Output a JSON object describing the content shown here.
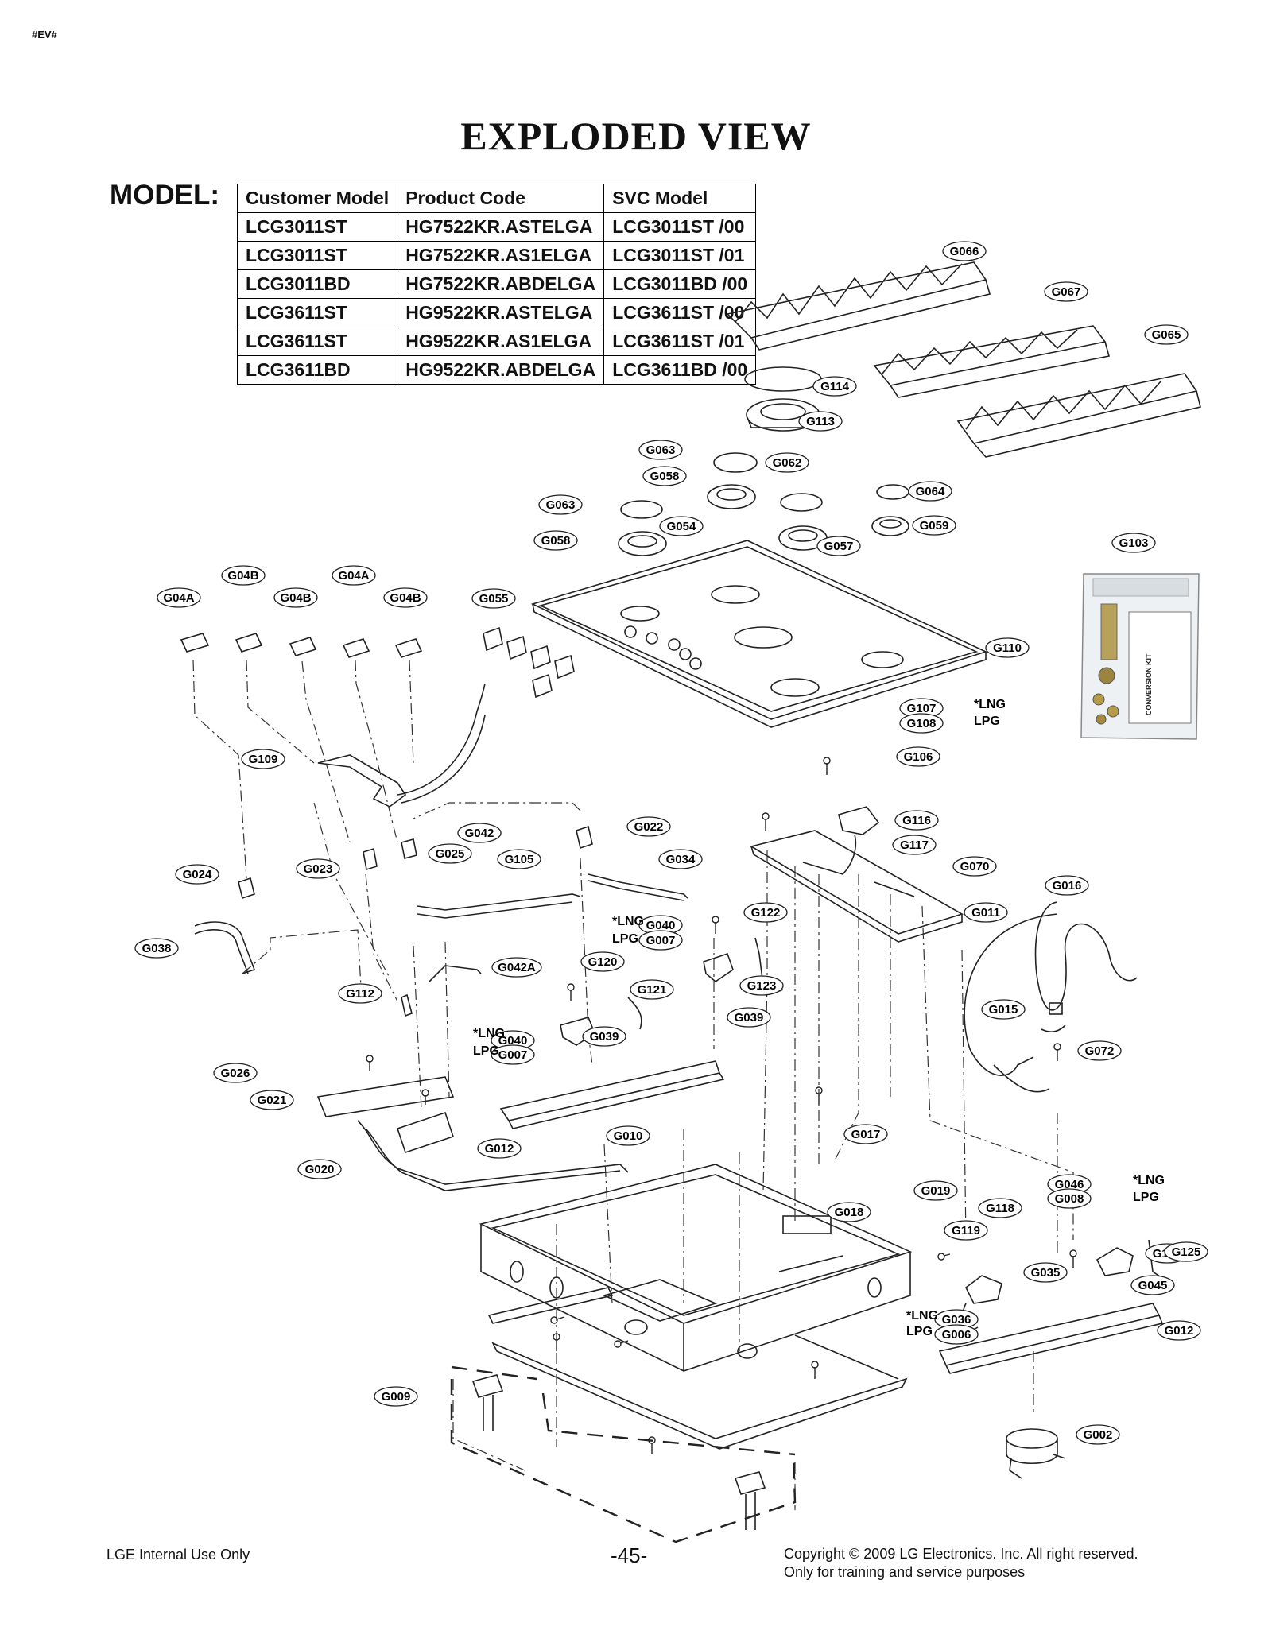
{
  "doc_tag": "#EV#",
  "title": "EXPLODED VIEW",
  "model_label": "MODEL:",
  "model_table": {
    "headers": [
      "Customer Model",
      "Product Code",
      "SVC Model"
    ],
    "rows": [
      [
        "LCG3011ST",
        "HG7522KR.ASTELGA",
        "LCG3011ST /00"
      ],
      [
        "LCG3011ST",
        "HG7522KR.AS1ELGA",
        "LCG3011ST /01"
      ],
      [
        "LCG3011BD",
        "HG7522KR.ABDELGA",
        "LCG3011BD /00"
      ],
      [
        "LCG3611ST",
        "HG9522KR.ASTELGA",
        "LCG3611ST /00"
      ],
      [
        "LCG3611ST",
        "HG9522KR.AS1ELGA",
        "LCG3611ST /01"
      ],
      [
        "LCG3611BD",
        "HG9522KR.ABDELGA",
        "LCG3611BD /00"
      ]
    ]
  },
  "part_labels": [
    "G066",
    "G067",
    "G065",
    "G114",
    "G113",
    "G063",
    "G062",
    "G058",
    "G064",
    "G063",
    "G054",
    "G059",
    "G058",
    "G057",
    "G103",
    "G04B",
    "G04A",
    "G04A",
    "G04B",
    "G04B",
    "G055",
    "G110",
    "G107",
    "G108",
    "G106",
    "G109",
    "G116",
    "G022",
    "G042",
    "G025",
    "G105",
    "G034",
    "G117",
    "G070",
    "G024",
    "G023",
    "G016",
    "G011",
    "G040",
    "G007",
    "G122",
    "G038",
    "G042A",
    "G120",
    "G123",
    "G112",
    "G121",
    "G039",
    "G015",
    "G040",
    "G007",
    "G039",
    "G072",
    "G026",
    "G021",
    "G017",
    "G012",
    "G010",
    "G020",
    "G019",
    "G046",
    "G008",
    "G018",
    "G118",
    "G124",
    "G119",
    "G125",
    "G035",
    "G045",
    "G036",
    "G006",
    "G012",
    "G009",
    "G002"
  ],
  "gas_notes": {
    "lng": "*LNG",
    "lpg": "LPG"
  },
  "kit_text": "CONVERSION KIT",
  "footer": {
    "left": "LGE Internal Use Only",
    "page": "-45-",
    "copyright_line1": "Copyright © 2009 LG Electronics. Inc. All right reserved.",
    "copyright_line2": "Only for training and service purposes"
  }
}
